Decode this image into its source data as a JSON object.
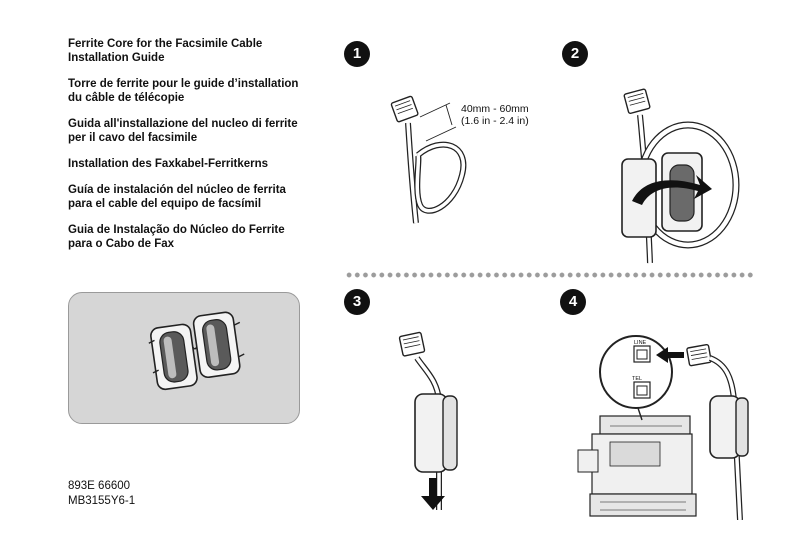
{
  "titles": [
    "Ferrite Core for the Facsimile Cable\nInstallation Guide",
    "Torre de ferrite pour le guide d’installation\ndu câble de télécopie",
    "Guida all'installazione del nucleo di ferrite\nper il cavo del facsimile",
    "Installation des Faxkabel-Ferritkerns",
    "Guía de instalación del núcleo de ferrita\npara el cable del equipo de facsímil",
    "Guia de Instalação do Núcleo do Ferrite\npara o Cabo de Fax"
  ],
  "codes": {
    "line1": "893E 66600",
    "line2": "MB3155Y6-1"
  },
  "steps": {
    "s1": "1",
    "s2": "2",
    "s3": "3",
    "s4": "4"
  },
  "measurement": {
    "metric": "40mm - 60mm",
    "imperial": "(1.6 in - 2.4 in)"
  },
  "port_labels": {
    "line": "LINE",
    "tel": "TEL"
  }
}
